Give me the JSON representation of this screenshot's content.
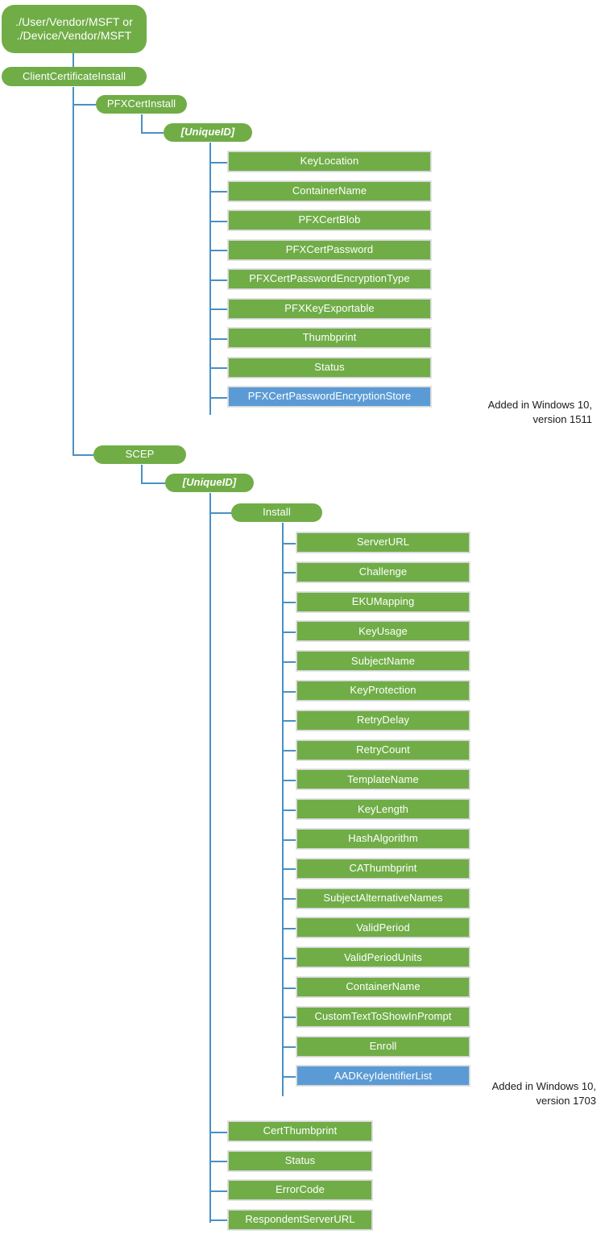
{
  "diagram": {
    "title": "ClientCertificateInstall CSP tree",
    "colors": {
      "node_green": "#70AD47",
      "node_blue": "#5B9BD5",
      "connector": "#4A90C4",
      "node_text": "#FFFFFF",
      "annotation_text": "#1A1A1A"
    },
    "root": {
      "label": "./User/Vendor/MSFT or\n./Device/Vendor/MSFT"
    },
    "level1": {
      "label": "ClientCertificateInstall"
    },
    "branches": [
      {
        "label": "PFXCertInstall"
      },
      {
        "label": "SCEP"
      }
    ],
    "unique_id_pfx": {
      "label": "[UniqueID]"
    },
    "unique_id_scep": {
      "label": "[UniqueID]"
    },
    "install": {
      "label": "Install"
    },
    "pfx_children": [
      {
        "label": "KeyLocation",
        "color": "green"
      },
      {
        "label": "ContainerName",
        "color": "green"
      },
      {
        "label": "PFXCertBlob",
        "color": "green"
      },
      {
        "label": "PFXCertPassword",
        "color": "green"
      },
      {
        "label": "PFXCertPasswordEncryptionType",
        "color": "green"
      },
      {
        "label": "PFXKeyExportable",
        "color": "green"
      },
      {
        "label": "Thumbprint",
        "color": "green"
      },
      {
        "label": "Status",
        "color": "green"
      },
      {
        "label": "PFXCertPasswordEncryptionStore",
        "color": "blue"
      }
    ],
    "install_children": [
      {
        "label": "ServerURL",
        "color": "green"
      },
      {
        "label": "Challenge",
        "color": "green"
      },
      {
        "label": "EKUMapping",
        "color": "green"
      },
      {
        "label": "KeyUsage",
        "color": "green"
      },
      {
        "label": "SubjectName",
        "color": "green"
      },
      {
        "label": "KeyProtection",
        "color": "green"
      },
      {
        "label": "RetryDelay",
        "color": "green"
      },
      {
        "label": "RetryCount",
        "color": "green"
      },
      {
        "label": "TemplateName",
        "color": "green"
      },
      {
        "label": "KeyLength",
        "color": "green"
      },
      {
        "label": "HashAlgorithm",
        "color": "green"
      },
      {
        "label": "CAThumbprint",
        "color": "green"
      },
      {
        "label": "SubjectAlternativeNames",
        "color": "green"
      },
      {
        "label": "ValidPeriod",
        "color": "green"
      },
      {
        "label": "ValidPeriodUnits",
        "color": "green"
      },
      {
        "label": "ContainerName",
        "color": "green"
      },
      {
        "label": "CustomTextToShowInPrompt",
        "color": "green"
      },
      {
        "label": "Enroll",
        "color": "green"
      },
      {
        "label": "AADKeyIdentifierList",
        "color": "blue"
      }
    ],
    "scep_children": [
      {
        "label": "CertThumbprint",
        "color": "green"
      },
      {
        "label": "Status",
        "color": "green"
      },
      {
        "label": "ErrorCode",
        "color": "green"
      },
      {
        "label": "RespondentServerURL",
        "color": "green"
      }
    ],
    "annotations": [
      {
        "text": "Added in Windows 10,\nversion 1511"
      },
      {
        "text": "Added in Windows 10,\nversion 1703"
      }
    ]
  }
}
